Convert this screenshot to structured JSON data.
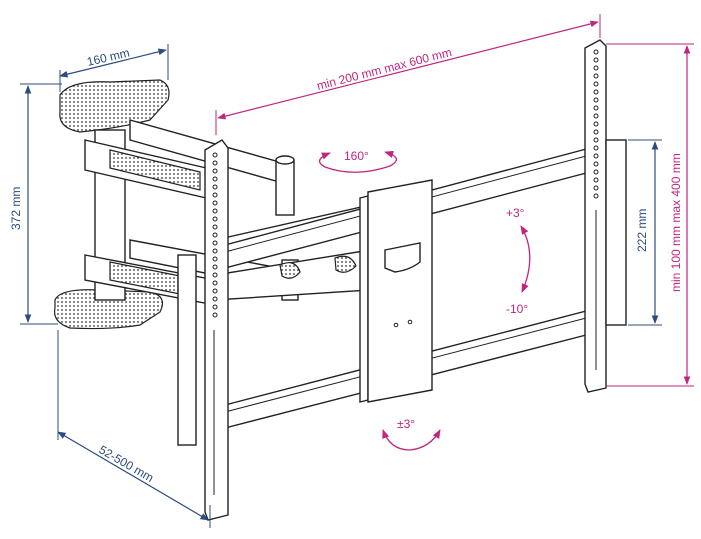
{
  "title": "TV wall mount dimension diagram",
  "colors": {
    "dimension_blue": "#2b4c7e",
    "dimension_magenta": "#c0267f",
    "line": "#222222"
  },
  "dimensions": {
    "wall_plate_width": "160 mm",
    "wall_plate_height": "372 mm",
    "wall_distance": "52-500 mm",
    "vesa_horizontal": "min 200 mm max 600 mm",
    "plate_height": "222 mm",
    "vesa_vertical": "min 100 mm max 400 mm"
  },
  "rotations": {
    "swivel": "160°",
    "tilt_up": "+3°",
    "tilt_down": "-10°",
    "level": "±3°"
  }
}
